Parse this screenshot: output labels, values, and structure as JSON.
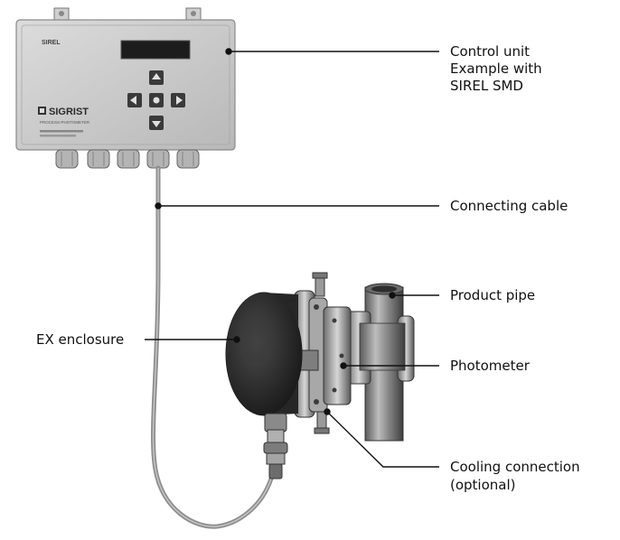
{
  "device": {
    "brand_small": "SIREL",
    "brand_logo": "SIGRIST",
    "brand_subtitle": "PROCESS-PHOTOMETER",
    "arrow_up_icon": "arrow-up-icon",
    "arrow_down_icon": "arrow-down-icon",
    "arrow_left_icon": "arrow-left-icon",
    "arrow_right_icon": "arrow-right-icon"
  },
  "labels": {
    "control_unit": [
      "Control unit",
      "Example with",
      "SIREL SMD"
    ],
    "connecting_cable": "Connecting cable",
    "product_pipe": "Product pipe",
    "ex_enclosure": "EX enclosure",
    "photometer": "Photometer",
    "cooling_connection": [
      "Cooling connection",
      "(optional)"
    ]
  },
  "colors": {
    "line": "#111111",
    "housing": "#c9c9c9",
    "enclosure": "#2b2b2b",
    "metal": "#9a9a9a"
  }
}
